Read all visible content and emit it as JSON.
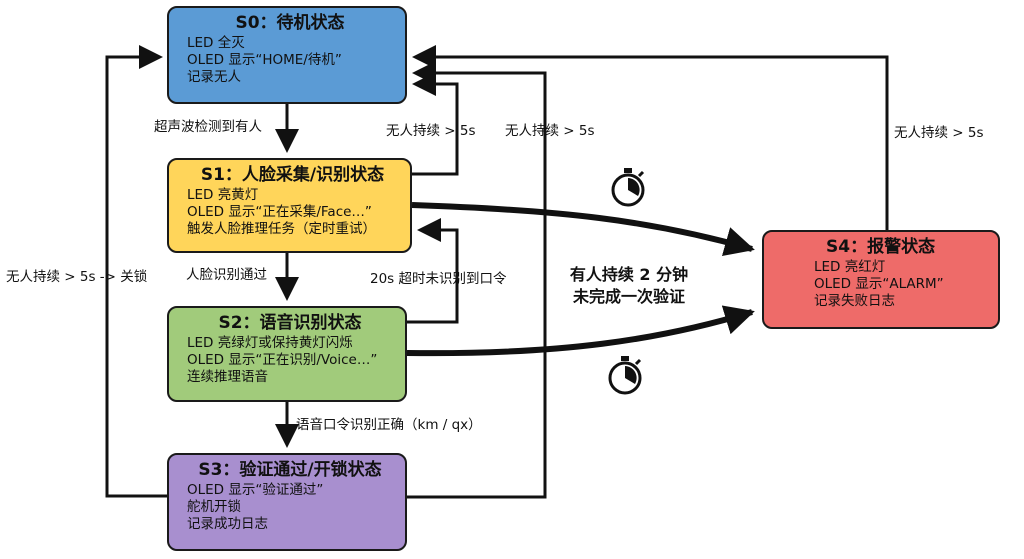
{
  "states": {
    "s0": {
      "title": "S0：待机状态",
      "lines": [
        "LED 全灭",
        "OLED 显示“HOME/待机”",
        "记录无人"
      ],
      "color": "#5b9bd5"
    },
    "s1": {
      "title": "S1：人脸采集/识别状态",
      "lines": [
        "LED 亮黄灯",
        "OLED 显示“正在采集/Face…”",
        "触发人脸推理任务（定时重试）"
      ],
      "color": "#ffd55a"
    },
    "s2": {
      "title": "S2：语音识别状态",
      "lines": [
        "LED 亮绿灯或保持黄灯闪烁",
        "OLED 显示“正在识别/Voice…”",
        "连续推理语音"
      ],
      "color": "#a1cb7b"
    },
    "s3": {
      "title": "S3：验证通过/开锁状态",
      "lines": [
        "OLED 显示“验证通过”",
        "舵机开锁",
        "记录成功日志"
      ],
      "color": "#a88fcf"
    },
    "s4": {
      "title": "S4：报警状态",
      "lines": [
        "LED 亮红灯",
        "OLED 显示“ALARM”",
        "记录失败日志"
      ],
      "color": "#ee6b69"
    }
  },
  "transitions": {
    "s0_to_s1": "超声波检测到有人",
    "s1_to_s2": "人脸识别通过",
    "s2_to_s3": "语音口令识别正确（km / qx）",
    "s1_to_s0": "无人持续 > 5s",
    "s3_to_s0": "无人持续 > 5s",
    "s4_to_s0": "无人持续 > 5s",
    "s2_to_s1": "20s 超时未识别到口令",
    "left_to_s0": "无人持续 > 5s -> 关锁",
    "to_alarm": [
      "有人持续 2 分钟",
      "未完成一次验证"
    ]
  },
  "icons": {
    "timer": "stopwatch-icon"
  }
}
